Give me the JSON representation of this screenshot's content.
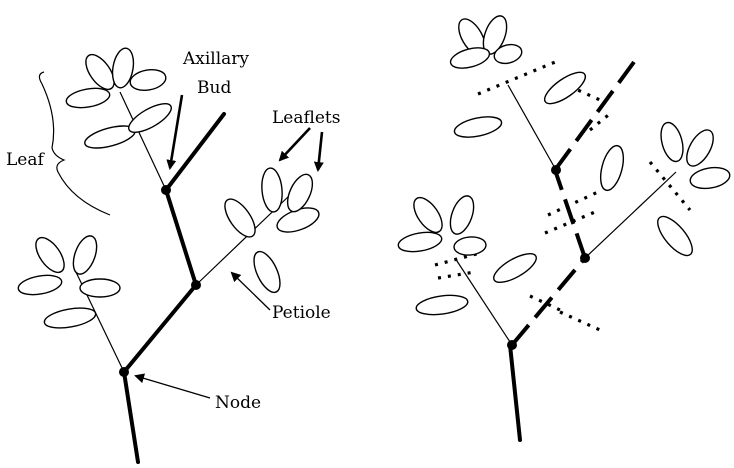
{
  "labels": {
    "axillary_bud_line1": "Axillary",
    "axillary_bud_line2": "Bud",
    "leaflets": "Leaflets",
    "leaf": "Leaf",
    "petiole": "Petiole",
    "node": "Node"
  }
}
